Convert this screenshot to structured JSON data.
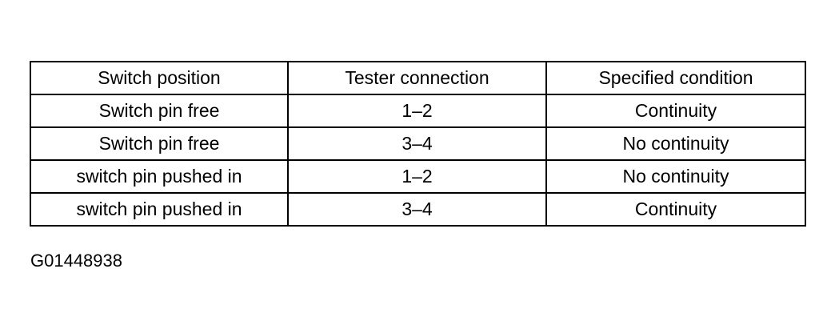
{
  "table": {
    "headers": [
      "Switch position",
      "Tester connection",
      "Specified condition"
    ],
    "rows": [
      [
        "Switch pin free",
        "1–2",
        "Continuity"
      ],
      [
        "Switch pin free",
        "3–4",
        "No continuity"
      ],
      [
        "switch pin pushed in",
        "1–2",
        "No continuity"
      ],
      [
        "switch pin pushed in",
        "3–4",
        "Continuity"
      ]
    ]
  },
  "figure_id": "G01448938"
}
